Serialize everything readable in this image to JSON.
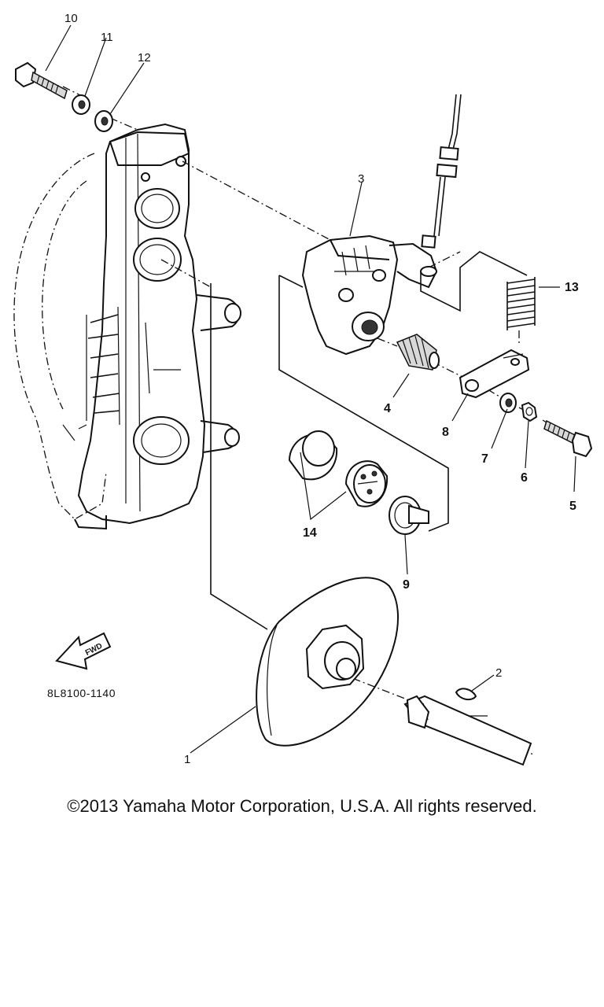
{
  "callouts": [
    {
      "id": "1",
      "text": "1"
    },
    {
      "id": "2",
      "text": "2"
    },
    {
      "id": "3",
      "text": "3"
    },
    {
      "id": "4",
      "text": "4"
    },
    {
      "id": "5",
      "text": "5"
    },
    {
      "id": "6",
      "text": "6"
    },
    {
      "id": "7",
      "text": "7"
    },
    {
      "id": "8",
      "text": "8"
    },
    {
      "id": "9",
      "text": "9"
    },
    {
      "id": "10",
      "text": "10"
    },
    {
      "id": "11",
      "text": "11"
    },
    {
      "id": "12",
      "text": "12"
    },
    {
      "id": "13",
      "text": "13"
    },
    {
      "id": "14",
      "text": "14"
    }
  ],
  "fwd_arrow_label": "FWD",
  "diagram_code": "8L8100-1140",
  "copyright": "©2013 Yamaha Motor Corporation, U.S.A. All rights reserved."
}
